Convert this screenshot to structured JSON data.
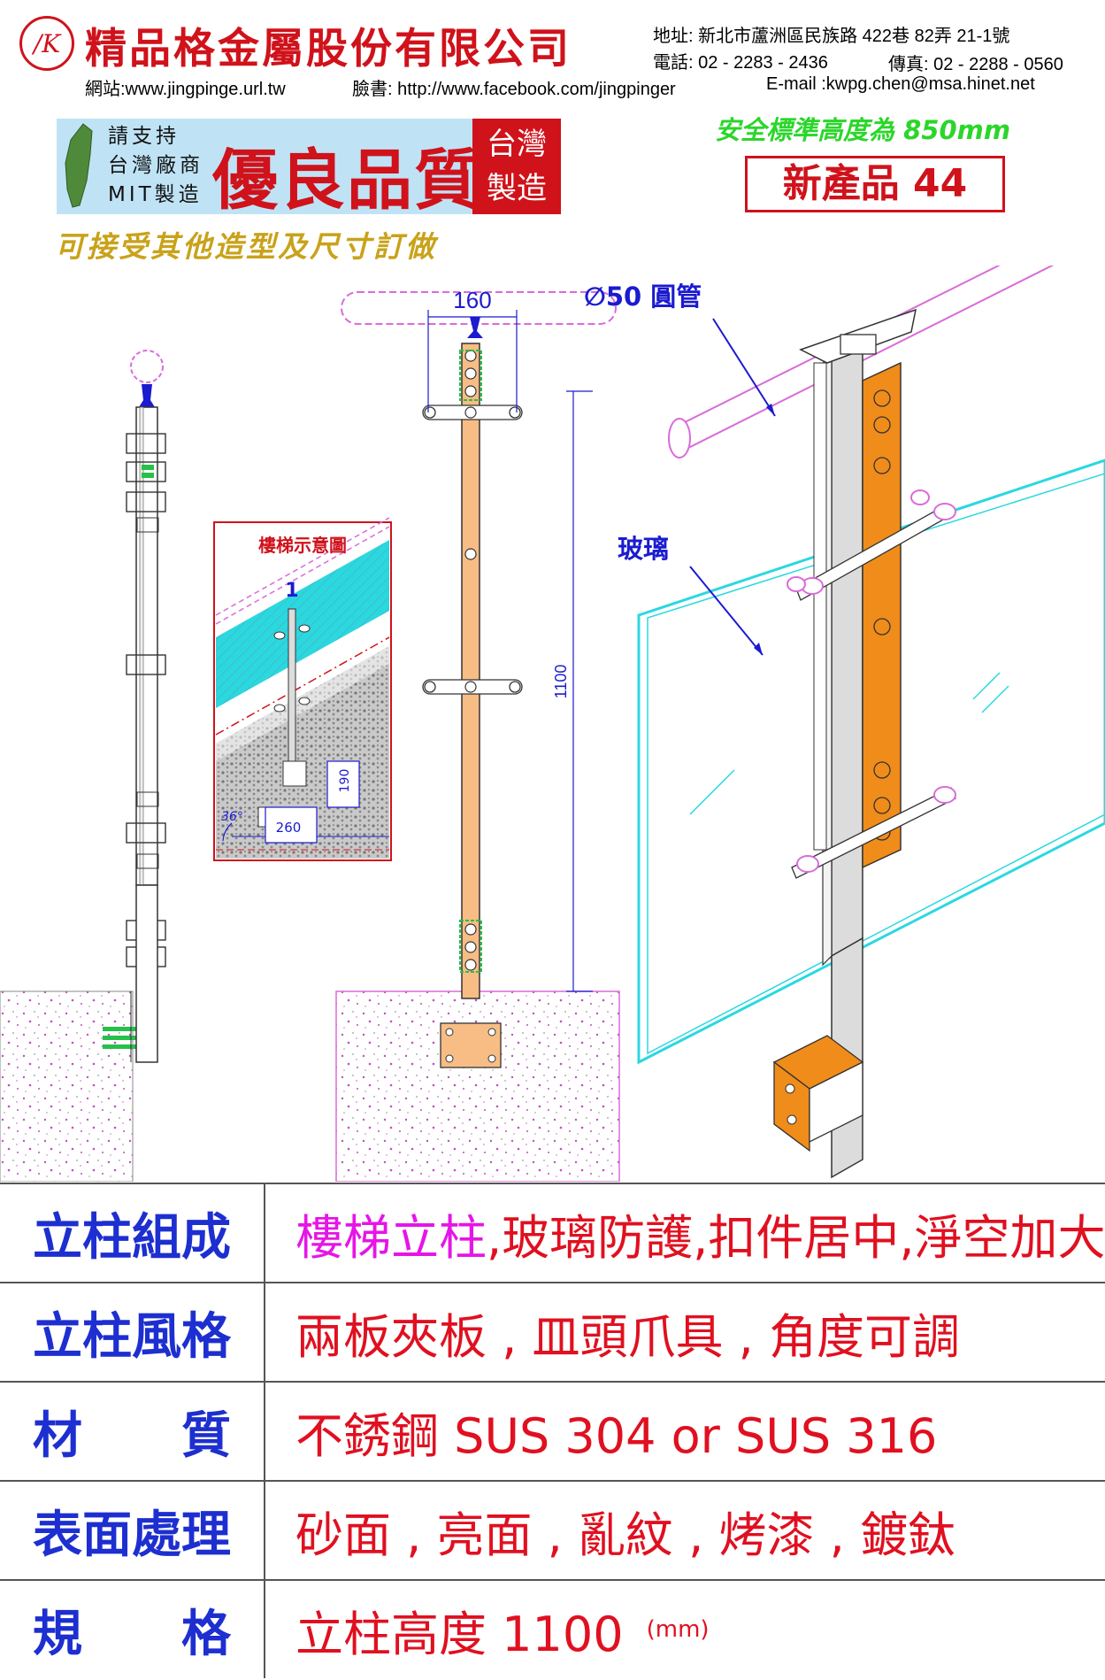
{
  "header": {
    "logo_glyph": "/K",
    "company_name": "精品格金屬股份有限公司",
    "address": "地址: 新北市蘆洲區民族路 422巷 82弄 21-1號",
    "phone": "電話: 02 - 2283 - 2436",
    "fax": "傳真: 02 - 2288 - 0560",
    "website": "網站:www.jingpinge.url.tw",
    "facebook": "臉書: http://www.facebook.com/jingpinger",
    "email": "E-mail :kwpg.chen@msa.hinet.net"
  },
  "badge": {
    "support_lines": [
      "請支持",
      "台灣廠商",
      "MIT製造"
    ],
    "quality": "優良品質",
    "made_in": [
      "台灣",
      "製造"
    ]
  },
  "custom_note": "可接受其他造型及尺寸訂做",
  "safety_note": "安全標準高度為 850mm",
  "new_product": "新產品 44",
  "drawing": {
    "dim_width": "160",
    "dim_height": "1100",
    "pipe_label": "∅50 圓管",
    "glass_label": "玻璃",
    "stair_title": "樓梯示意圖",
    "stair_marker": "1",
    "stair_angle": "36°",
    "stair_dim_h": "190",
    "stair_dim_w": "260",
    "colors": {
      "post": "#f7bd84",
      "plate": "#f08c1a",
      "glass": "#2ad8e0",
      "pipe": "#d96cd9",
      "dim": "#1b1bd0",
      "concrete_dots": "#c050c0"
    }
  },
  "spec": [
    {
      "label": "立柱組成",
      "value_highlight": "樓梯立柱",
      "value": ",玻璃防護,扣件居中,淨空加大"
    },
    {
      "label": "立柱風格",
      "value_highlight": "",
      "value": "兩板夾板 , 皿頭爪具 , 角度可調"
    },
    {
      "label": "材　　質",
      "value_highlight": "",
      "value": "不銹鋼 SUS 304 or SUS 316"
    },
    {
      "label": "表面處理",
      "value_highlight": "",
      "value": "砂面 , 亮面 , 亂紋 , 烤漆 , 鍍鈦"
    },
    {
      "label": "規　　格",
      "value_highlight": "",
      "value": "立柱高度  1100",
      "unit": "(mm)"
    }
  ]
}
